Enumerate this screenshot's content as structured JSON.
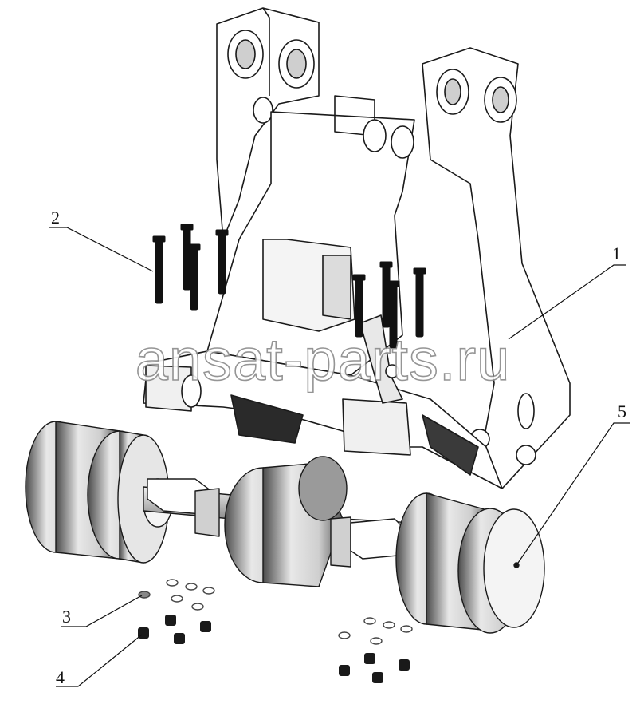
{
  "watermark": "ansat-parts.ru",
  "callouts": [
    {
      "id": "frame",
      "label": "1"
    },
    {
      "id": "bolts",
      "label": "2"
    },
    {
      "id": "washers",
      "label": "3"
    },
    {
      "id": "nuts",
      "label": "4"
    },
    {
      "id": "idler-axle",
      "label": "5"
    }
  ],
  "colors": {
    "line": "#1a1a1a",
    "fill": "#ffffff",
    "shade": "#b9b9b9",
    "dark": "#2a2a2a"
  }
}
